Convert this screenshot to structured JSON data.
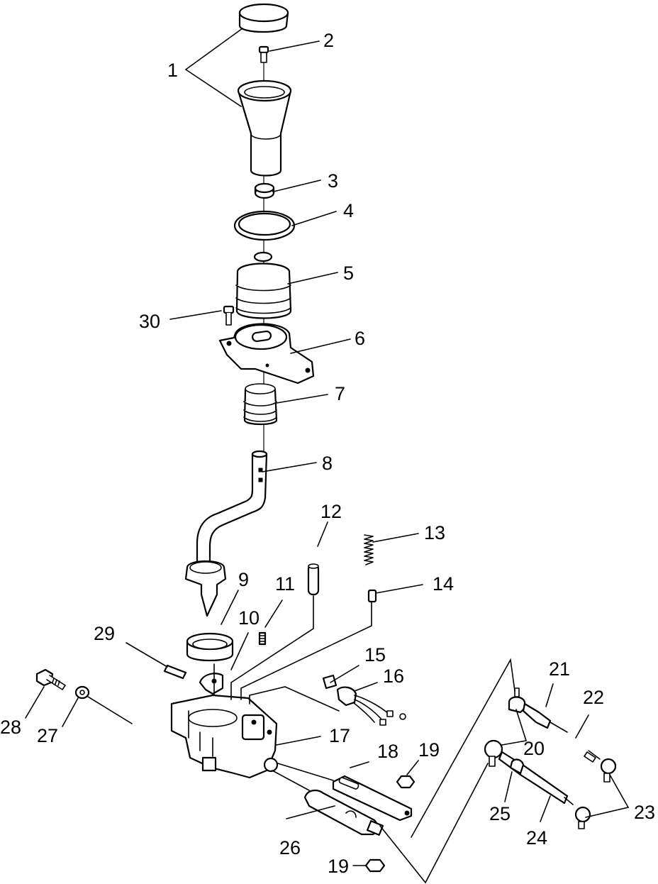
{
  "callouts": {
    "c1": "1",
    "c2": "2",
    "c3": "3",
    "c4": "4",
    "c5": "5",
    "c6": "6",
    "c7": "7",
    "c8": "8",
    "c9": "9",
    "c10": "10",
    "c11": "11",
    "c12": "12",
    "c13": "13",
    "c14": "14",
    "c15": "15",
    "c16": "16",
    "c17": "17",
    "c18": "18",
    "c19a": "19",
    "c19b": "19",
    "c20": "20",
    "c21": "21",
    "c22": "22",
    "c23": "23",
    "c24": "24",
    "c25": "25",
    "c26": "26",
    "c27": "27",
    "c28": "28",
    "c29": "29",
    "c30": "30"
  }
}
